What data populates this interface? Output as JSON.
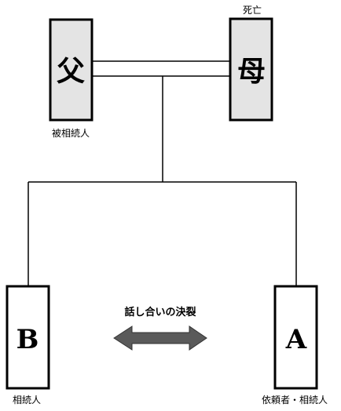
{
  "persons": {
    "father": {
      "name": "父",
      "role": "被相続人",
      "fill": "#e4e4e4"
    },
    "mother": {
      "name": "母",
      "status": "死亡",
      "fill": "#e4e4e4"
    },
    "child_b": {
      "name": "B",
      "role": "相続人",
      "fill": "#ffffff"
    },
    "child_a": {
      "name": "A",
      "role": "依頼者・相続人",
      "fill": "#ffffff"
    }
  },
  "dispute": {
    "label": "話し合いの決裂",
    "arrow_color": "#5a5a5a"
  }
}
